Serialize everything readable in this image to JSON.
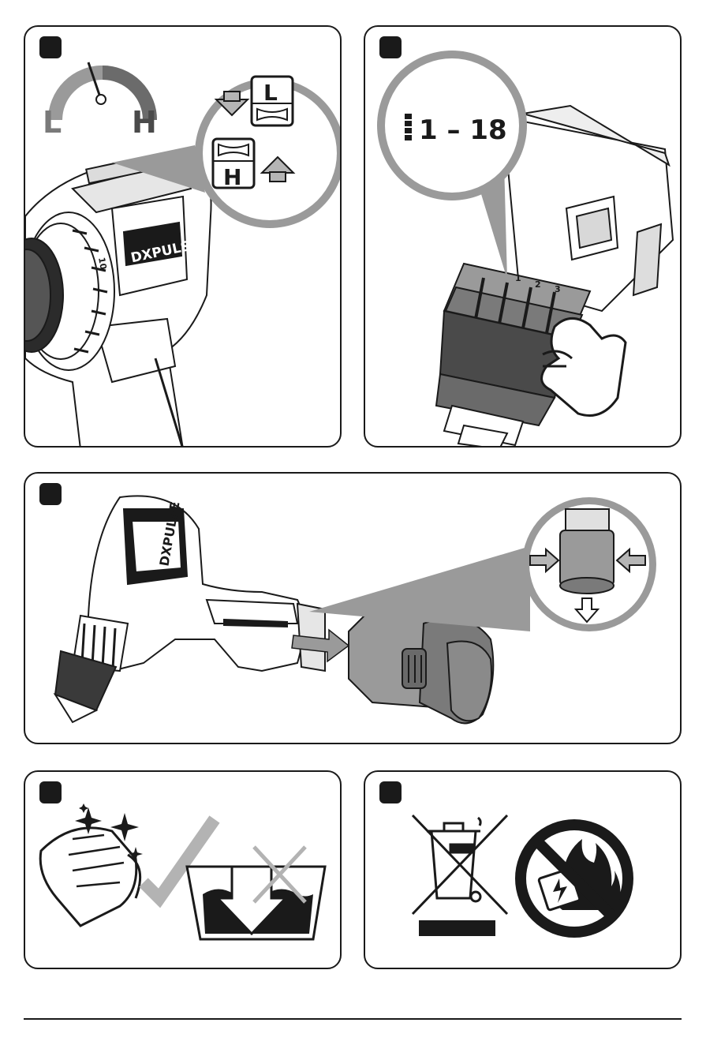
{
  "panel1": {
    "gauge_low": "L",
    "gauge_high": "H",
    "switch_low": "L",
    "switch_high": "H",
    "brand": "DXPULSE",
    "clutch_mark": "10"
  },
  "panel2": {
    "torque_range": "1 – 18",
    "clutch_marks": [
      "1",
      "2",
      "3"
    ]
  },
  "panel3": {
    "brand": "DXPULSE"
  },
  "colors": {
    "ink": "#1a1a1a",
    "shade": "#6b6b6b",
    "light_shade": "#b5b5b5",
    "check": "#b3b3b3"
  },
  "icons": [
    "speed-gauge-icon",
    "gear-switch-icon",
    "torque-collar-icon",
    "battery-release-icon",
    "wipe-clean-icon",
    "no-water-icon",
    "weee-bin-icon",
    "no-fire-battery-icon"
  ]
}
